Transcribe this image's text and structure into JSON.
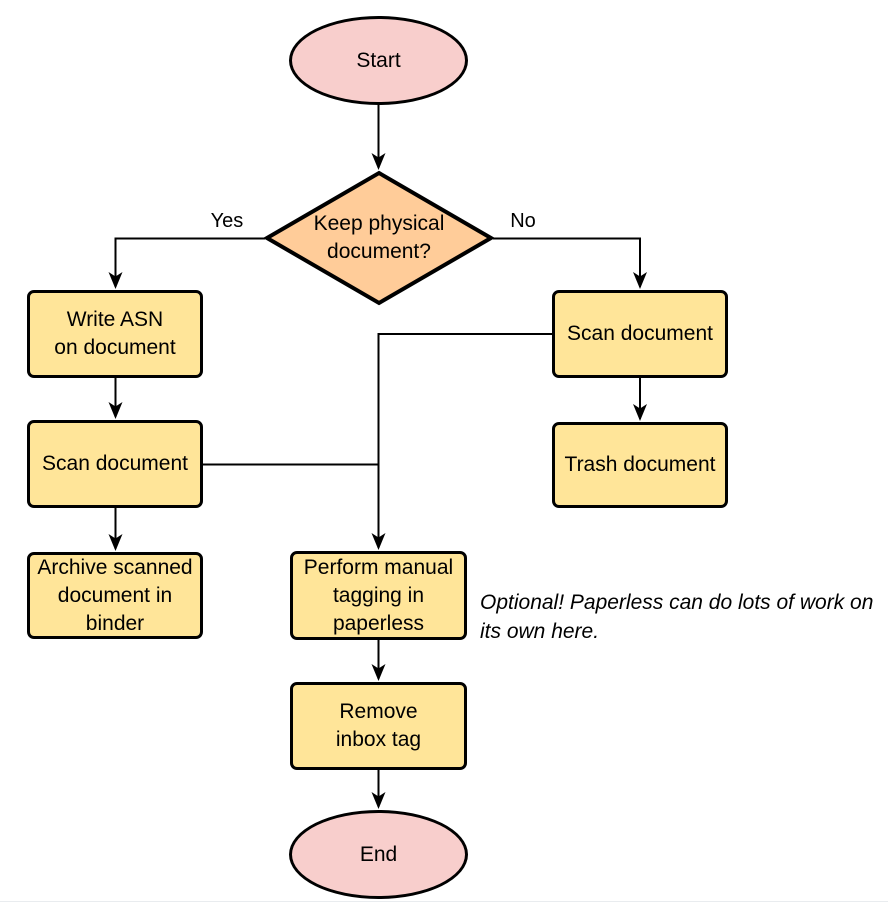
{
  "diagram": {
    "nodes": {
      "start": {
        "label": "Start"
      },
      "decision": {
        "label": "Keep physical\ndocument?"
      },
      "write_asn": {
        "label": "Write ASN\non document"
      },
      "scan_left": {
        "label": "Scan document"
      },
      "archive": {
        "label": "Archive scanned\ndocument in\nbinder"
      },
      "scan_right": {
        "label": "Scan document"
      },
      "trash": {
        "label": "Trash document"
      },
      "tagging": {
        "label": "Perform manual\ntagging in\npaperless"
      },
      "remove_inbox": {
        "label": "Remove\ninbox tag"
      },
      "end": {
        "label": "End"
      }
    },
    "edge_labels": {
      "yes": "Yes",
      "no": "No"
    },
    "annotation": "Optional! Paperless can do lots of work on\nits own here.",
    "colors": {
      "terminal_fill": "#F8CECC",
      "decision_fill": "#FFCC99",
      "process_fill": "#FFE599",
      "stroke": "#000000",
      "background": "#FFFFFF",
      "bottom_hairline": "#E9ECEF"
    }
  }
}
